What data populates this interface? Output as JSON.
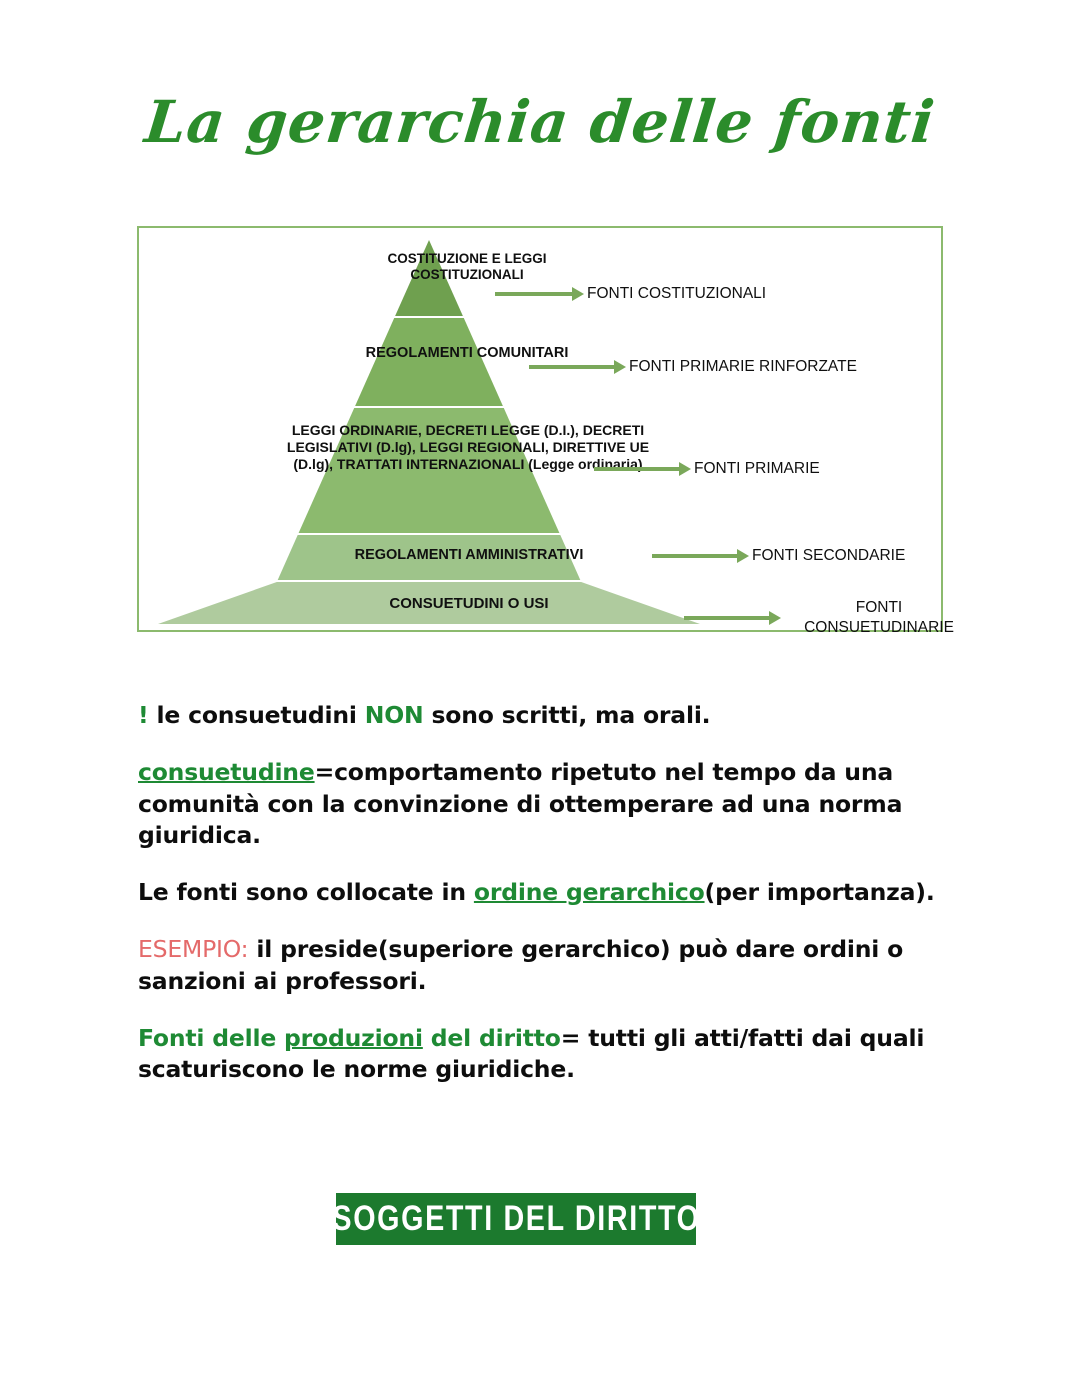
{
  "page": {
    "title": "La gerarchia delle fonti"
  },
  "colors": {
    "title_green": "#2b8c2b",
    "accent_green": "#1e8a34",
    "arrow_green": "#7aa85a",
    "frame_green": "#8cba6e",
    "banner_green": "#1c7a2e",
    "example_red": "#e46a6a",
    "tier_1": "#6fa04f",
    "tier_2": "#7fb05e",
    "tier_3": "#8cba6e",
    "tier_4": "#9ec48a",
    "tier_5": "#afcb9e"
  },
  "diagram": {
    "tiers": [
      {
        "id": "tier-costituzione",
        "text": "COSTITUZIONE E LEGGI COSTITUZIONALI",
        "fill": "#6fa04f"
      },
      {
        "id": "tier-regolamenti-comunitari",
        "text": "REGOLAMENTI COMUNITARI",
        "fill": "#7fb05e"
      },
      {
        "id": "tier-leggi-ordinarie",
        "text": "LEGGI ORDINARIE, DECRETI LEGGE (D.I.), DECRETI LEGISLATIVI (D.lg), LEGGI REGIONALI, DIRETTIVE UE (D.lg), TRATTATI INTERNAZIONALI (Legge ordinaria)",
        "fill": "#8cba6e"
      },
      {
        "id": "tier-regolamenti-amministrativi",
        "text": "REGOLAMENTI AMMINISTRATIVI",
        "fill": "#9ec48a"
      },
      {
        "id": "tier-consuetudini",
        "text": "CONSUETUDINI O USI",
        "fill": "#afcb9e"
      }
    ],
    "callouts": [
      {
        "id": "callout-fonti-costituzionali",
        "label": "FONTI COSTITUZIONALI"
      },
      {
        "id": "callout-fonti-primarie-rinforzate",
        "label": "FONTI PRIMARIE RINFORZATE"
      },
      {
        "id": "callout-fonti-primarie",
        "label": "FONTI PRIMARIE"
      },
      {
        "id": "callout-fonti-secondarie",
        "label": "FONTI SECONDARIE"
      },
      {
        "id": "callout-fonti-consuetudinarie",
        "label": "FONTI CONSUETUDINARIE"
      }
    ]
  },
  "notes": {
    "p1": {
      "mark": "!",
      "part1": " le consuetudini ",
      "highlight": "NON",
      "part2": " sono scritti, ma orali."
    },
    "p2": {
      "term": "consuetudine",
      "body": "=comportamento ripetuto nel tempo da una comunità con la convinzione di ottemperare ad una norma giuridica."
    },
    "p3": {
      "lead": "Le fonti sono collocate in ",
      "term": "ordine gerarchico",
      "tail": "(per importanza)."
    },
    "p4": {
      "label": "ESEMPIO:",
      "body": " il preside(superiore gerarchico) può dare ordini o sanzioni ai professori."
    },
    "p5": {
      "part1": "Fonti delle ",
      "underlined": "produzioni",
      "part2": " del diritto",
      "body": "= tutti gli atti/fatti dai quali scaturiscono le norme giuridiche."
    }
  },
  "banner": {
    "label": "SOGGETTI DEL DIRITTO"
  }
}
